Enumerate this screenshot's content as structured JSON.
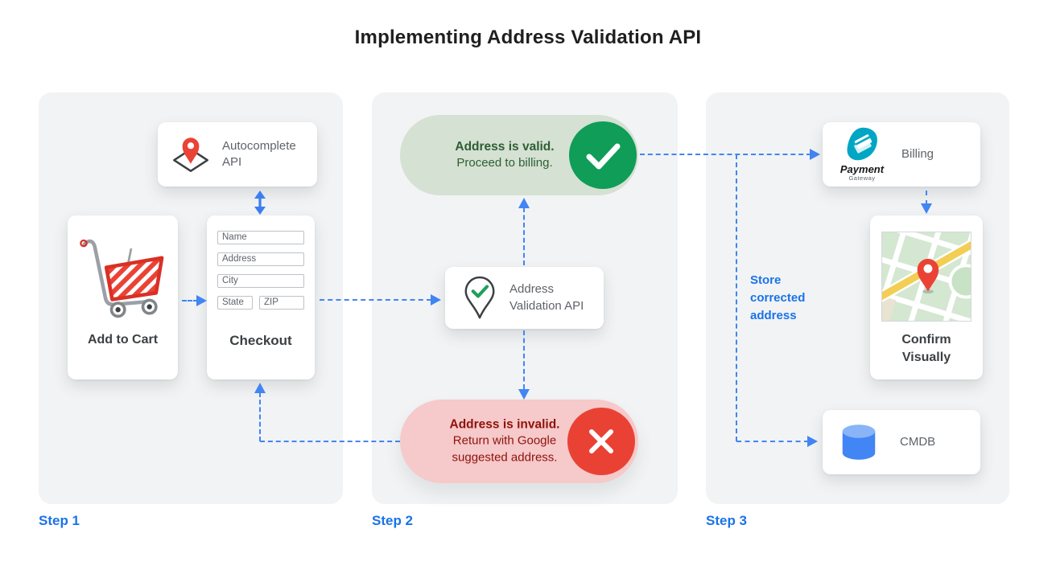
{
  "title": "Implementing Address Validation API",
  "step_labels": [
    "Step 1",
    "Step 2",
    "Step 3"
  ],
  "step1": {
    "autocomplete_api": {
      "label": "Autocomplete API",
      "icon": "map-pin-diamond"
    },
    "add_to_cart": {
      "label": "Add to Cart",
      "icon": "shopping-cart"
    },
    "checkout": {
      "label": "Checkout",
      "fields": {
        "name": "Name",
        "address": "Address",
        "city": "City",
        "state": "State",
        "zip": "ZIP"
      }
    }
  },
  "step2": {
    "valid_outcome": {
      "title": "Address is valid.",
      "subtitle": "Proceed to billing.",
      "icon": "check-circle"
    },
    "validation_api": {
      "label": "Address Validation API",
      "icon": "map-pin-check"
    },
    "invalid_outcome": {
      "title": "Address is invalid.",
      "subtitle": "Return with Google suggested address.",
      "icon": "x-circle"
    }
  },
  "step3": {
    "billing": {
      "label": "Billing",
      "logo_line1": "Payment",
      "logo_line2": "Gateway",
      "icon": "payment-gateway-logo"
    },
    "confirm_visually": {
      "label": "Confirm Visually",
      "icon": "map-thumbnail"
    },
    "cmdb": {
      "label": "CMDB",
      "icon": "database-cylinder"
    },
    "annotation": "Store corrected address"
  },
  "colors": {
    "arrow_blue": "#4285f4",
    "label_blue": "#1a73e8",
    "valid_pill_bg": "#d5e1d2",
    "valid_circle": "#0f9d58",
    "valid_text": "#2c5e34",
    "invalid_pill_bg": "#f6c9ca",
    "invalid_circle": "#e94235",
    "invalid_text": "#8e130c",
    "panel_bg": "#f1f3f4",
    "pin_red": "#ea4335",
    "teal_logo": "#00a6c4",
    "db_blue": "#4285f4"
  }
}
